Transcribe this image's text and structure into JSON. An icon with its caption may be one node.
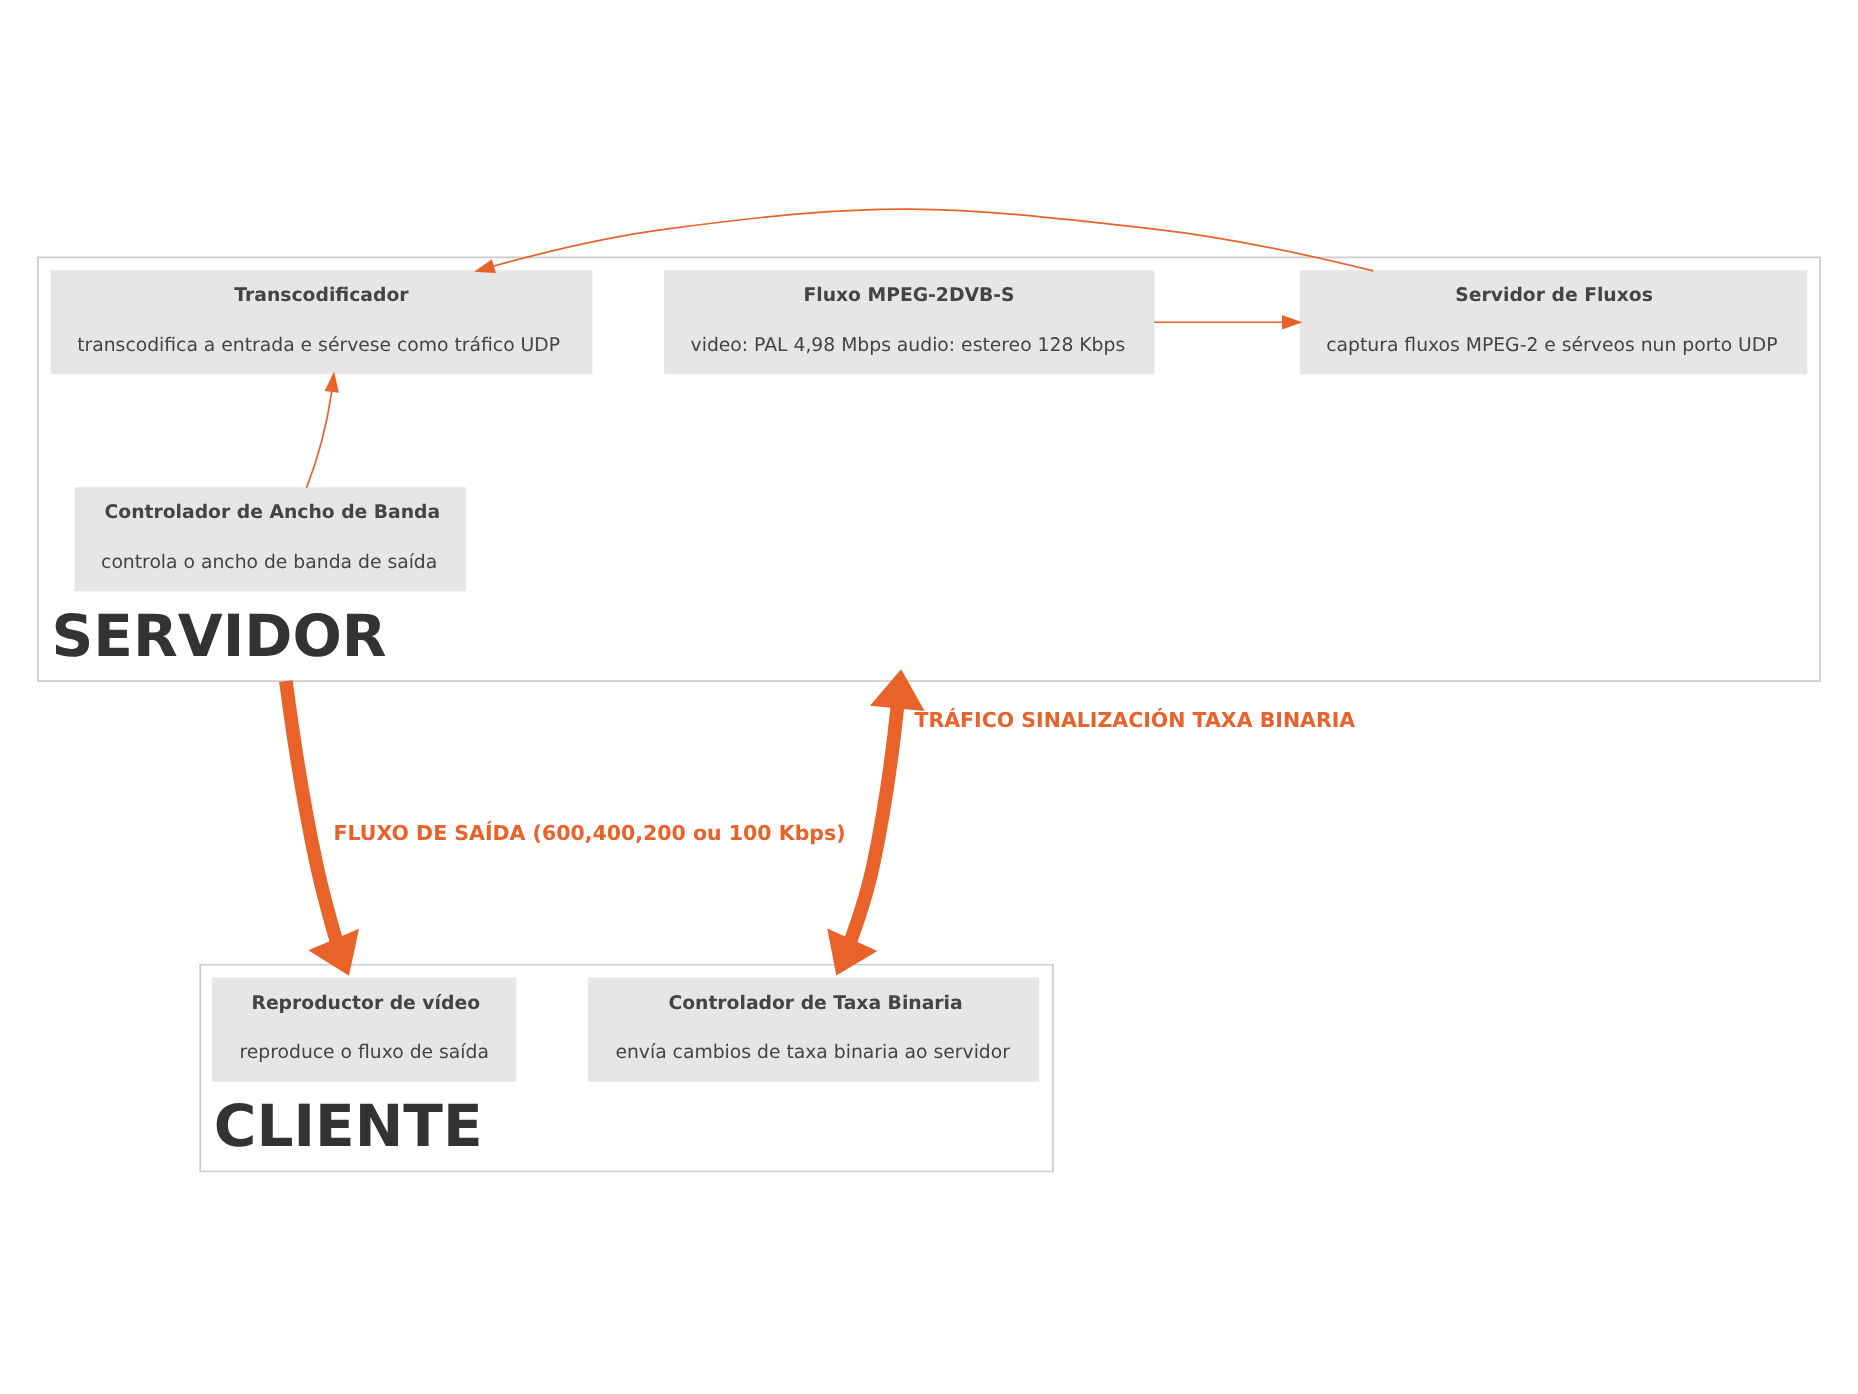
{
  "diagram": {
    "nodes": [
      {
        "text": [
          "SERVIDOR"
        ]
      },
      {
        "text": [
          "Fluxo MPEG-2DVB-S",
          "video: PAL 4,98 Mbps audio: estereo 128 Kbps"
        ],
        "in": 0
      },
      {
        "text": [
          "Servidor de Fluxos",
          "captura fluxos MPEG-2 e sérveos nun porto UDP"
        ],
        "in": 0
      },
      {
        "text": [
          "Transcodificador",
          "transcodifica a entrada e sérvese como tráfico UDP"
        ],
        "in": 0
      },
      {
        "text": [
          "Controlador de Ancho de Banda",
          "controla o ancho de banda de saída"
        ],
        "in": 0
      },
      {
        "text": [
          "CLIENTE"
        ]
      },
      {
        "text": [
          "Controlador de Taxa Binaria",
          "envía cambios de taxa binaria ao servidor"
        ],
        "in": 5
      },
      {
        "text": [
          "Reproductor de vídeo",
          "reproduce o fluxo de saída"
        ],
        "in": 5
      }
    ],
    "edges": [
      {
        "from": 1,
        "to": 2,
        "arrow": "to"
      },
      {
        "from": 2,
        "to": 3,
        "arrow": "to"
      },
      {
        "from": 4,
        "to": 3,
        "arrow": "to"
      },
      {
        "from": 0,
        "to": 5,
        "arrow": "both",
        "label": "TRÁFICO SINALIZACIÓN TAXA BINARIA",
        "style": "thick"
      },
      {
        "from": 0,
        "to": 5,
        "arrow": "to",
        "label": "FLUXO DE SAÍDA (600,400,200 ou 100 Kbps)",
        "style": "thick"
      }
    ]
  }
}
